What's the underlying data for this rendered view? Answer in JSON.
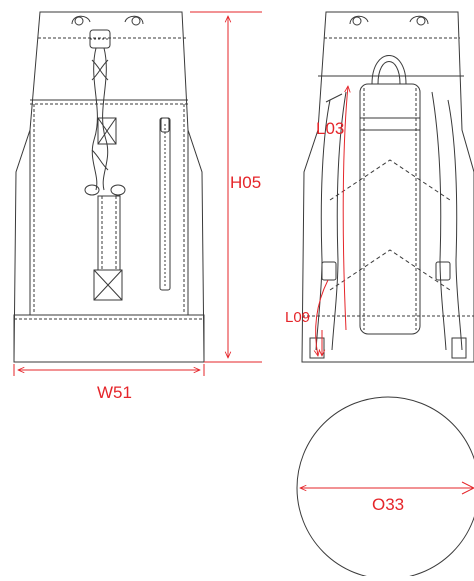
{
  "dimensions": {
    "height_front": "H05",
    "width_front": "W51",
    "strap_length": "L03",
    "strap_lower": "L09",
    "diameter_base": "O33"
  },
  "colors": {
    "line": "#3a3a3a",
    "dimension": "#e5252a",
    "background": "#ffffff"
  }
}
